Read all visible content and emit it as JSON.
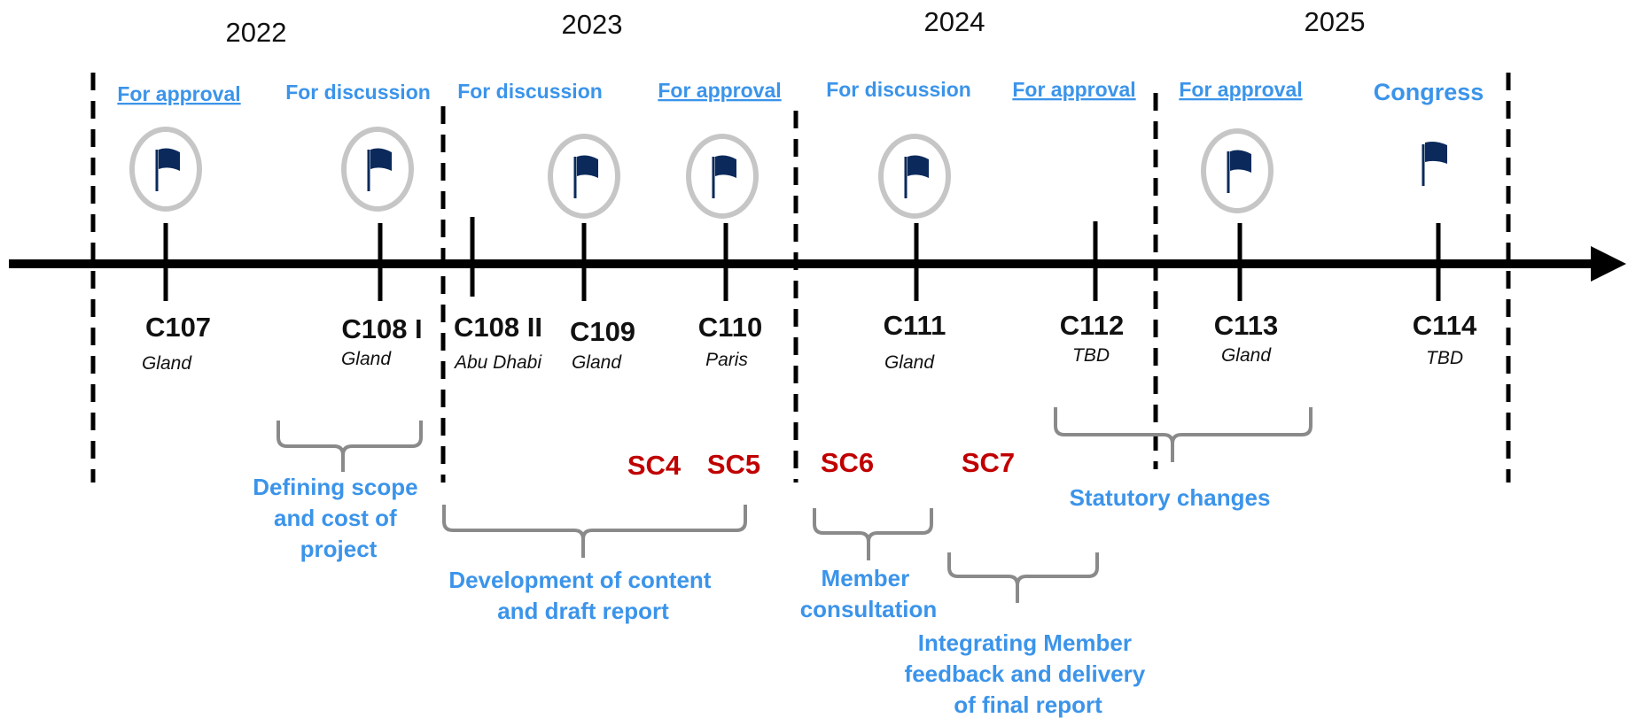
{
  "years": [
    "2022",
    "2023",
    "2024",
    "2025"
  ],
  "colors": {
    "accent_blue": "#3b94ea",
    "flag_navy": "#0b2a5b",
    "sc_red": "#c00000",
    "circle_gray": "#c6c6c6",
    "brace_gray": "#8a8a8a",
    "axis": "#000000"
  },
  "milestones": [
    {
      "status": "For approval",
      "code": "C107",
      "location": "Gland"
    },
    {
      "status": "For discussion",
      "code": "C108 I",
      "location": "Gland"
    },
    {
      "status": "",
      "code": "C108 II",
      "location": "Abu Dhabi"
    },
    {
      "status": "For discussion",
      "code": "C109",
      "location": "Gland"
    },
    {
      "status": "For approval",
      "code": "C110",
      "location": "Paris"
    },
    {
      "status": "For discussion",
      "code": "C111",
      "location": "Gland"
    },
    {
      "status": "For approval",
      "code": "C112",
      "location": "TBD"
    },
    {
      "status": "For approval",
      "code": "C113",
      "location": "Gland"
    },
    {
      "status": "Congress",
      "code": "C114",
      "location": "TBD"
    }
  ],
  "sessions": [
    "SC4",
    "SC5",
    "SC6",
    "SC7"
  ],
  "phases": [
    {
      "lines": [
        "Defining scope",
        "and cost of",
        "project"
      ]
    },
    {
      "lines": [
        "Development of content",
        "and draft report"
      ]
    },
    {
      "lines": [
        "Member",
        "consultation"
      ]
    },
    {
      "lines": [
        "Integrating Member",
        "feedback and delivery",
        "of final report"
      ]
    },
    {
      "lines": [
        "Statutory changes"
      ]
    }
  ],
  "icons": {
    "flag": "flag-icon",
    "arrow": "arrow-head-icon"
  }
}
